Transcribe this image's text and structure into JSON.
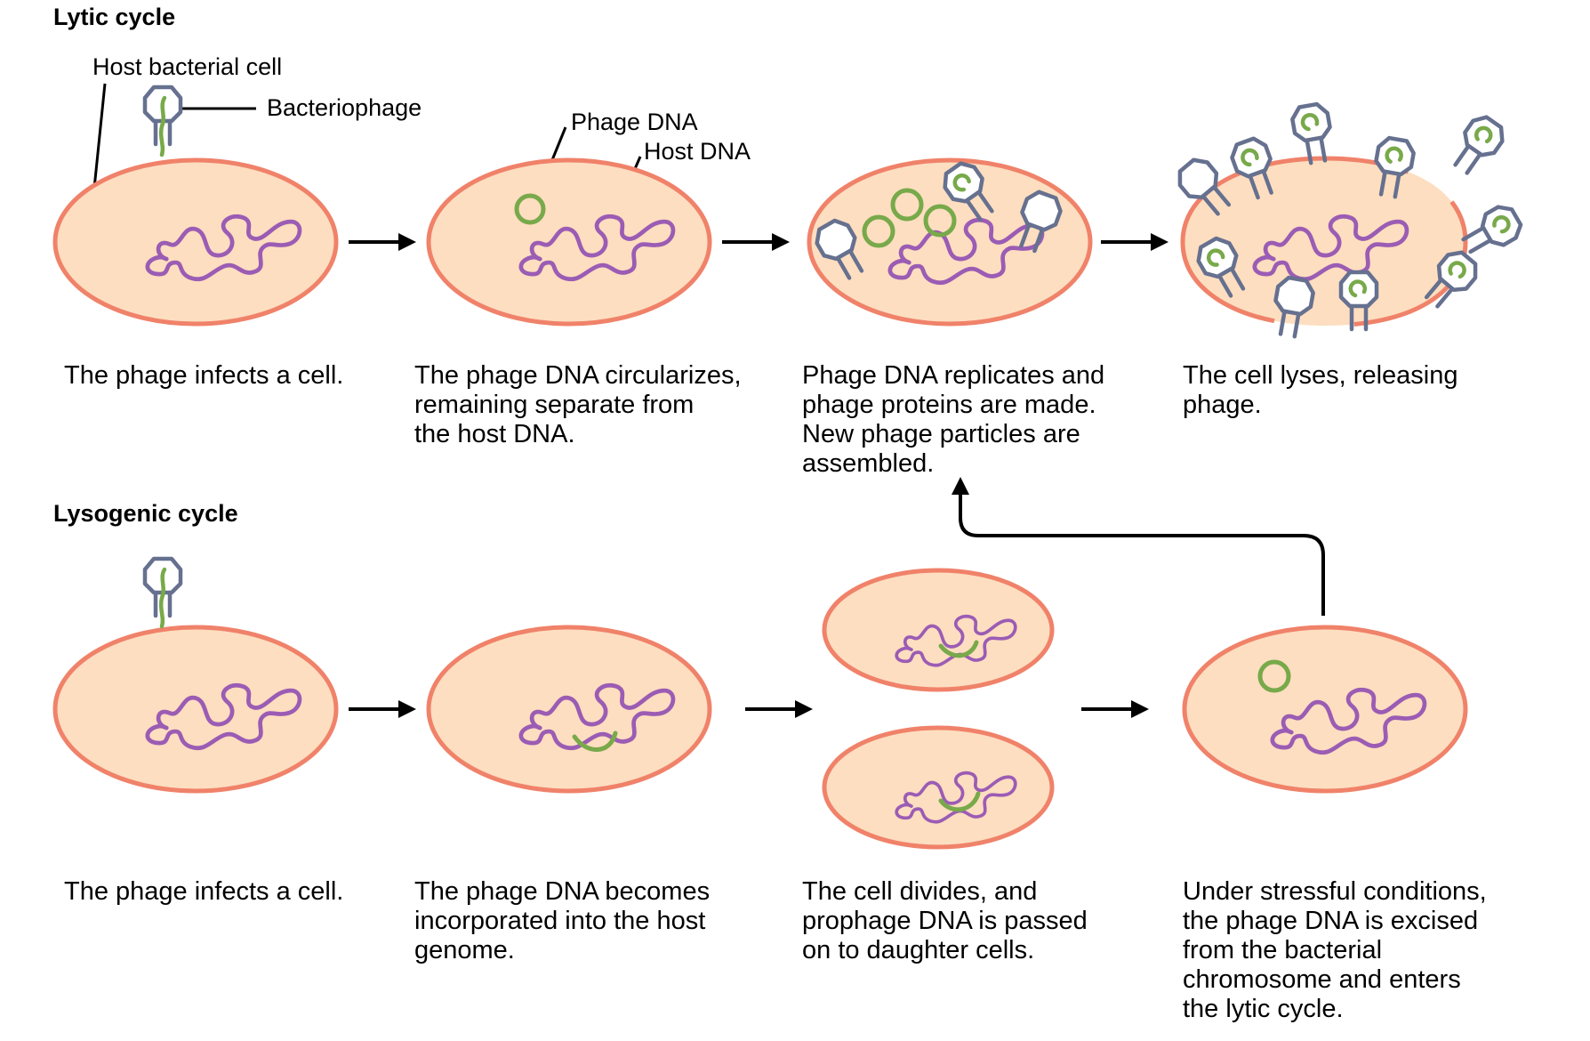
{
  "lytic": {
    "heading": "Lytic cycle",
    "labels": {
      "host_cell": "Host bacterial cell",
      "bacteriophage": "Bacteriophage",
      "phage_dna": "Phage DNA",
      "host_dna": "Host DNA"
    },
    "steps": [
      {
        "lines": [
          "The phage infects a cell."
        ]
      },
      {
        "lines": [
          "The phage DNA circularizes,",
          "remaining separate from",
          "the host DNA."
        ]
      },
      {
        "lines": [
          "Phage DNA replicates and",
          "phage proteins are made.",
          "New phage particles are",
          "assembled."
        ]
      },
      {
        "lines": [
          "The cell lyses, releasing",
          "phage."
        ]
      }
    ]
  },
  "lysogenic": {
    "heading": "Lysogenic cycle",
    "steps": [
      {
        "lines": [
          "The phage infects a cell."
        ]
      },
      {
        "lines": [
          "The phage DNA becomes",
          "incorporated into the host",
          "genome."
        ]
      },
      {
        "lines": [
          "The cell divides, and",
          "prophage DNA is passed",
          "on to daughter cells."
        ]
      },
      {
        "lines": [
          "Under stressful conditions,",
          "the phage DNA is excised",
          "from the bacterial",
          "chromosome and enters",
          "the lytic cycle."
        ]
      }
    ]
  },
  "colors": {
    "cell_fill": "#fddec0",
    "cell_outline": "#f0826a",
    "host_dna": "#9b5cb4",
    "phage_dna": "#78a94a",
    "phage_body": "#66708f",
    "arrow": "#000000"
  }
}
